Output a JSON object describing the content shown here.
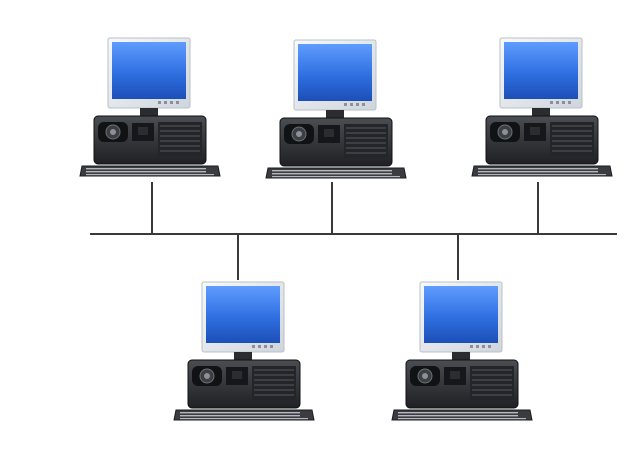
{
  "diagram": {
    "topology": "bus",
    "nodes": [
      {
        "id": "computer-1",
        "row": "top"
      },
      {
        "id": "computer-2",
        "row": "top"
      },
      {
        "id": "computer-3",
        "row": "top"
      },
      {
        "id": "computer-4",
        "row": "bottom"
      },
      {
        "id": "computer-5",
        "row": "bottom"
      }
    ],
    "colors": {
      "screen": "#2f6fe0",
      "monitor_frame": "#e9edf2",
      "case": "#2d2f33",
      "keyboard": "#3a3c40",
      "cable": "#3a3a3a"
    }
  }
}
